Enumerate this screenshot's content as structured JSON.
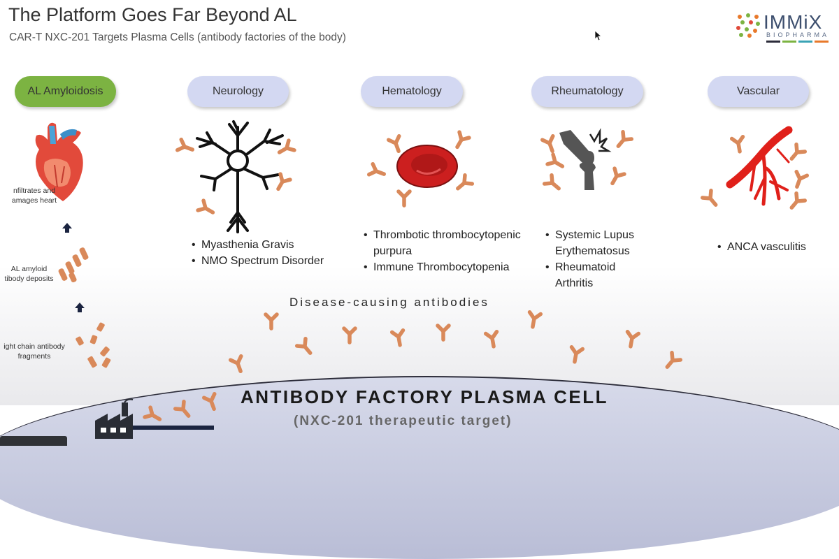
{
  "title": "The Platform Goes Far Beyond AL",
  "subtitle": "CAR-T NXC-201 Targets Plasma Cells (antibody factories of the body)",
  "logo": {
    "name": "IMMiX",
    "sub": "BIOPHARMA",
    "dot_colors": [
      "#e8792b",
      "#7cb342",
      "#3aa3b5",
      "#e04a3a"
    ]
  },
  "categories": [
    {
      "label": "AL Amyloidosis",
      "color": "#7cb342"
    },
    {
      "label": "Neurology",
      "color": "#d3d8f2"
    },
    {
      "label": "Hematology",
      "color": "#d3d8f2"
    },
    {
      "label": "Rheumatology",
      "color": "#d3d8f2"
    },
    {
      "label": "Vascular",
      "color": "#d3d8f2"
    }
  ],
  "al_flow": {
    "heart_caption": "nfiltrates and\namages heart",
    "deposits_caption": "AL amyloid\ntibody deposits",
    "fragments_caption": "ight chain antibody\nfragments"
  },
  "neurology_items": [
    "Myasthenia Gravis",
    "NMO Spectrum Disorder"
  ],
  "hematology_items": [
    "Thrombotic thrombocytopenic purpura",
    "Immune Thrombocytopenia"
  ],
  "rheumatology_items": [
    "Systemic Lupus Erythematosus",
    "Rheumatoid Arthritis"
  ],
  "vascular_items": [
    "ANCA vasculitis"
  ],
  "bullet": "•",
  "antibodies_label": "Disease-causing antibodies",
  "plasma_cell": {
    "title": "ANTIBODY FACTORY PLASMA CELL",
    "subtitle": "(NXC-201 therapeutic target)"
  },
  "colors": {
    "antibody": "#d9895a",
    "heart": "#e24a3b",
    "rbc": "#cc1f1f",
    "vessel": "#e0201a",
    "cell_outline": "#2c2c3a"
  }
}
